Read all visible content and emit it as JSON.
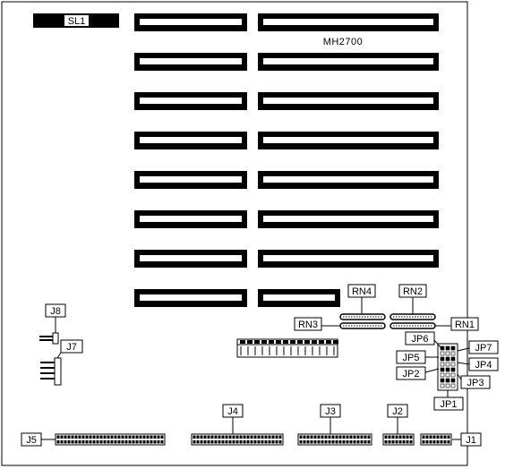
{
  "board": {
    "model": "MH2700"
  },
  "labels": {
    "sl1": "SL1",
    "rn1": "RN1",
    "rn2": "RN2",
    "rn3": "RN3",
    "rn4": "RN4",
    "j1": "J1",
    "j2": "J2",
    "j3": "J3",
    "j4": "J4",
    "j5": "J5",
    "j7": "J7",
    "j8": "J8",
    "jp1": "JP1",
    "jp2": "JP2",
    "jp3": "JP3",
    "jp4": "JP4",
    "jp5": "JP5",
    "jp6": "JP6",
    "jp7": "JP7"
  },
  "colors": {
    "ink": "#000000",
    "paper": "#ffffff"
  }
}
